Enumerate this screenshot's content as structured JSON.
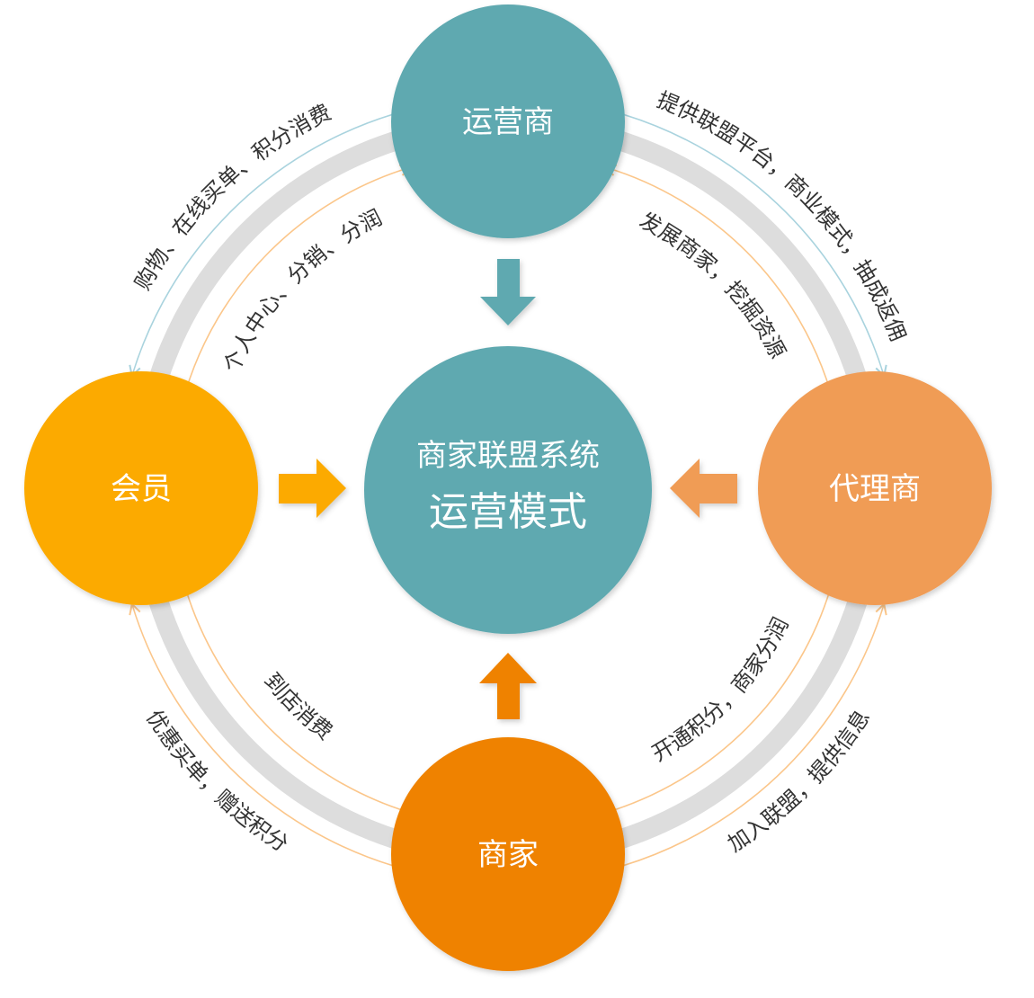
{
  "center": {
    "line1": "商家联盟系统",
    "line2": "运营模式"
  },
  "nodes": {
    "top": "运营商",
    "left": "会员",
    "right": "代理商",
    "bottom": "商家"
  },
  "flows": {
    "top_left_outer": "购物、在线买单、积分消费",
    "top_left_inner": "个人中心、分销、分润",
    "top_right_outer": "提供联盟平台，商业模式，抽成返佣",
    "top_right_inner": "发展商家，挖掘资源",
    "bottom_left_outer": "优惠买单，赠送积分",
    "bottom_left_inner": "到店消费",
    "bottom_right_inner": "开通积分，商家分润",
    "bottom_right_outer": "加入联盟，提供信息"
  },
  "colors": {
    "teal": "#5fa9b0",
    "yellow": "#fcaa00",
    "light_orange": "#f09c55",
    "orange": "#ef8200",
    "ring": "#dddddd",
    "blue_line": "#a9d3de",
    "orange_line": "#fbc68a"
  }
}
